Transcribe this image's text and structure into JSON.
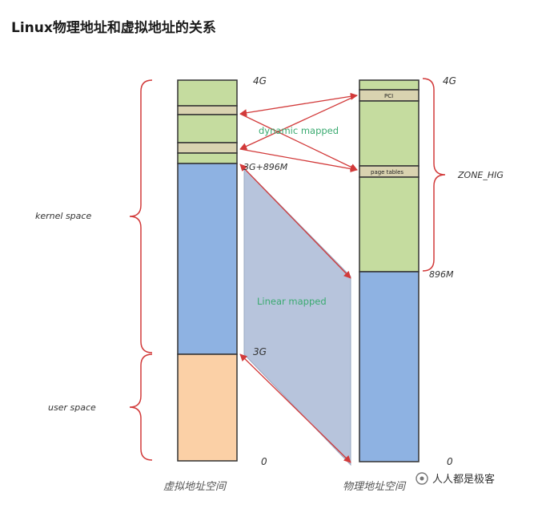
{
  "title": "Linux物理地址和虚拟地址的关系",
  "virtual": {
    "caption": "虚拟地址空间",
    "label_4g": "4G",
    "label_3g896m": "3G+896M",
    "label_3g": "3G",
    "label_0": "0",
    "kernel_label": "kernel space",
    "user_label": "user space"
  },
  "physical": {
    "caption": "物理地址空间",
    "label_4g": "4G",
    "label_896m": "896M",
    "label_0": "0",
    "pci_label": "PCI",
    "page_tables_label": "page tables",
    "zone_label": "ZONE_HIG"
  },
  "mapping": {
    "dynamic_label": "dynamic mapped",
    "linear_label": "Linear mapped"
  },
  "watermark": "人人都是极客",
  "colors": {
    "green": "#c5dc9f",
    "blue": "#8eb2e2",
    "peach": "#fbd0a6",
    "tan": "#d9d3b0",
    "trapezoid": "#b7c4dc",
    "arrow": "#d23a3a"
  }
}
